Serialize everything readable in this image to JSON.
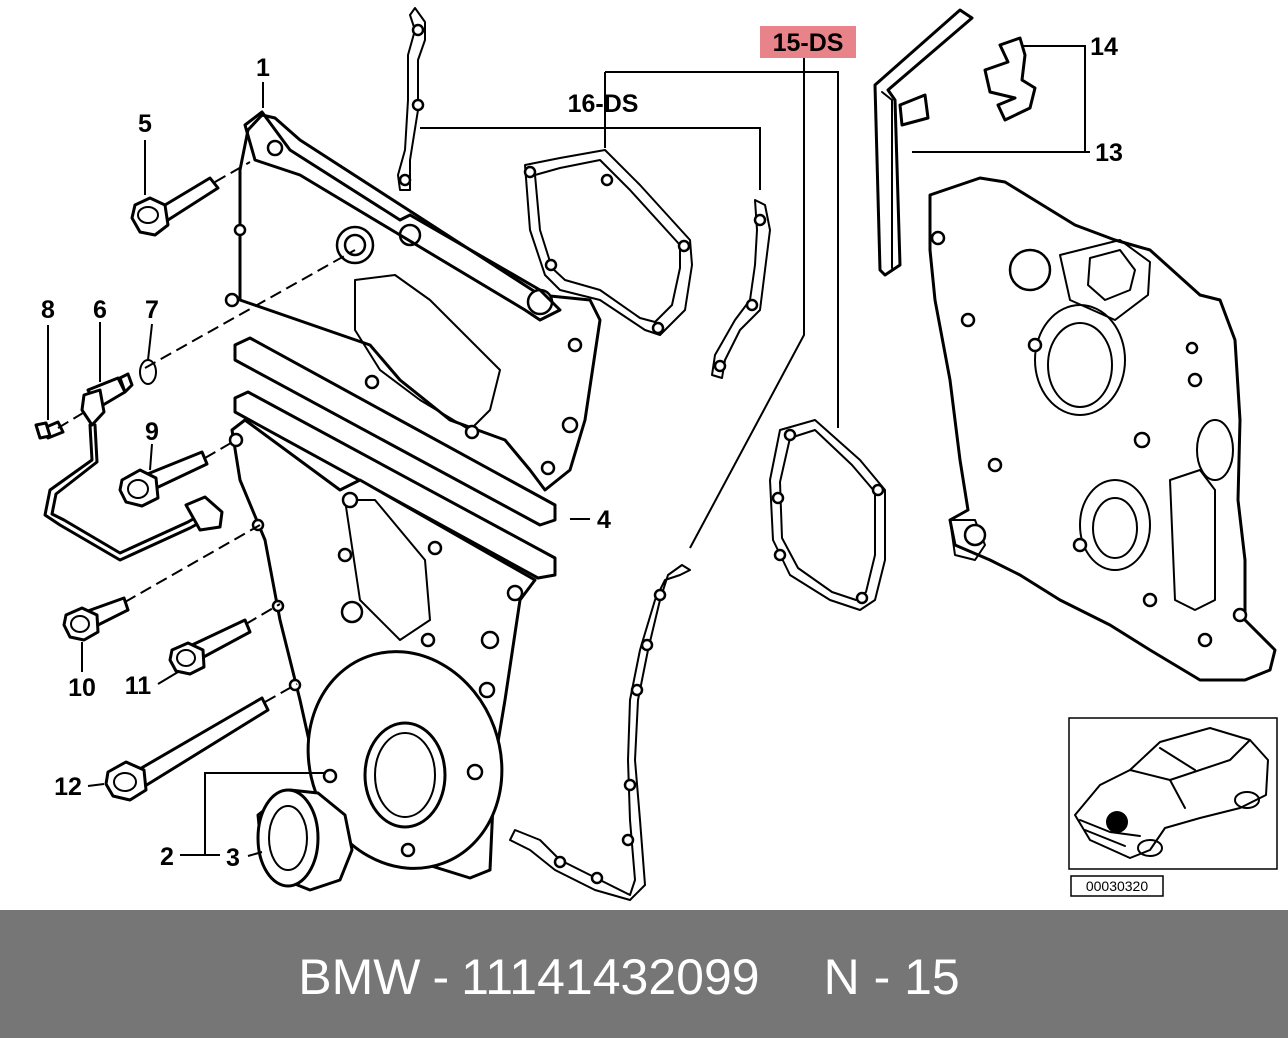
{
  "callouts": {
    "c1": "1",
    "c2": "2",
    "c3": "3",
    "c4": "4",
    "c5": "5",
    "c6": "6",
    "c7": "7",
    "c8": "8",
    "c9": "9",
    "c10": "10",
    "c11": "11",
    "c12": "12",
    "c13": "13",
    "c14": "14",
    "c15": "15-DS",
    "c16": "16-DS"
  },
  "highlight_color": "#e8838a",
  "inset": {
    "code": "00030320"
  },
  "footer": {
    "brand": "BMW",
    "separator": "-",
    "part_number": "11141432099",
    "section": "N - 15",
    "background": "#767676"
  }
}
